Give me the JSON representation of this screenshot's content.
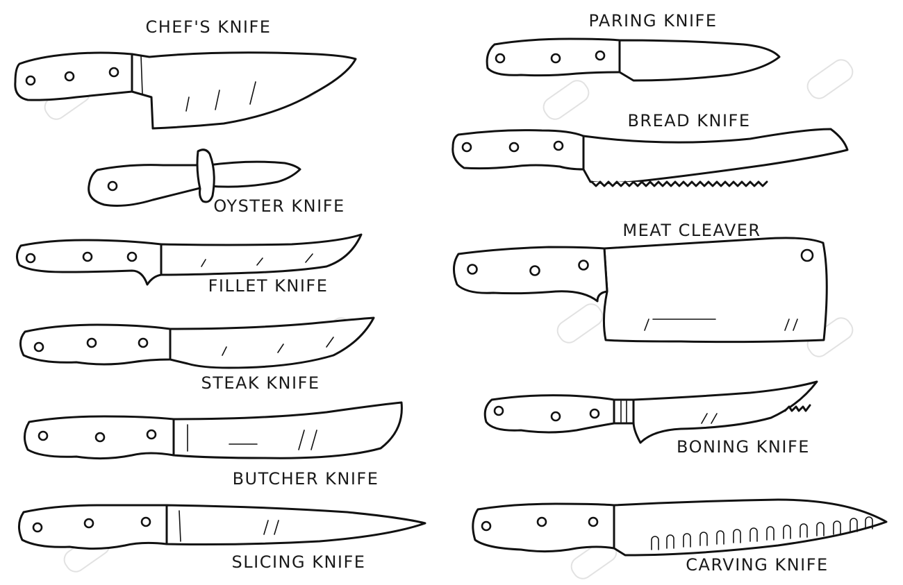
{
  "knives": [
    {
      "id": "chefs",
      "label": "CHEF'S KNIFE"
    },
    {
      "id": "oyster",
      "label": "OYSTER KNIFE"
    },
    {
      "id": "fillet",
      "label": "FILLET KNIFE"
    },
    {
      "id": "steak",
      "label": "STEAK KNIFE"
    },
    {
      "id": "butcher",
      "label": "BUTCHER KNIFE"
    },
    {
      "id": "slicing",
      "label": "SLICING KNIFE"
    },
    {
      "id": "paring",
      "label": "PARING KNIFE"
    },
    {
      "id": "bread",
      "label": "BREAD KNIFE"
    },
    {
      "id": "cleaver",
      "label": "MEAT CLEAVER"
    },
    {
      "id": "boning",
      "label": "BONING KNIFE"
    },
    {
      "id": "carving",
      "label": "CARVING KNIFE"
    }
  ],
  "colors": {
    "ink": "#111111",
    "paper": "#ffffff",
    "watermark": "#e2e2e2"
  }
}
